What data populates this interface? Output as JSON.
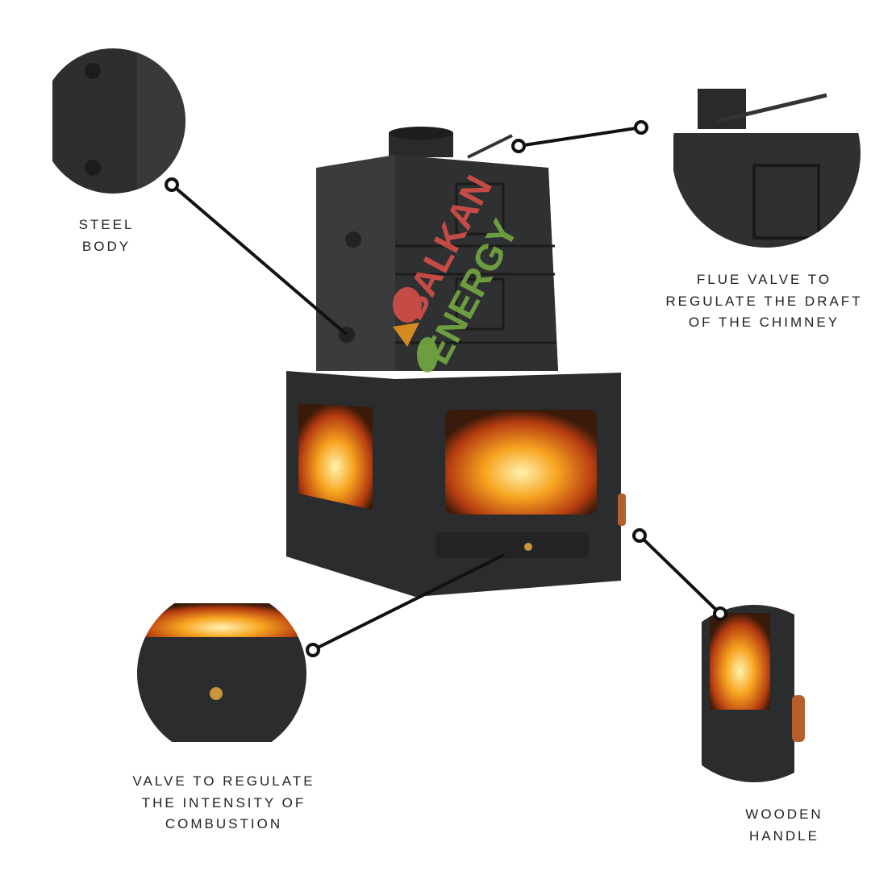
{
  "labels": {
    "steel_body": [
      "STEEL",
      "BODY"
    ],
    "flue_valve": [
      "FLUE VALVE TO",
      "REGULATE THE DRAFT",
      "OF THE CHIMNEY"
    ],
    "combustion_valve": [
      "VALVE TO REGULATE",
      "THE INTENSITY OF",
      "COMBUSTION"
    ],
    "wooden_handle": [
      "WOODEN",
      "HANDLE"
    ]
  },
  "watermark": {
    "line1": "BALKAN",
    "line2": "ENERGY"
  },
  "colors": {
    "stove": "#2b2c2e",
    "fire": "#f39a1e",
    "watermark_red": "#e0514a",
    "watermark_green": "#78b043",
    "leader": "#111111"
  }
}
